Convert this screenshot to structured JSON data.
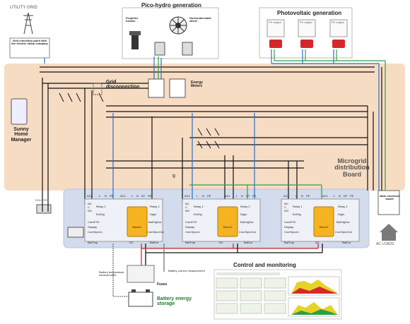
{
  "utility": {
    "title": "UTILITY GRID",
    "connection_label": "Grid conection point with the electric utility company"
  },
  "hydro": {
    "title": "Pico-hydro generation",
    "turbine_label": "Propeller turbine",
    "wheel_label": "Horizontal water wheel"
  },
  "pv": {
    "title": "Photovoltaic generation",
    "panel_label": "PV output"
  },
  "grid_disconnection": "Grid disconnection",
  "energy_meters": "Energy Meters",
  "home_manager": "Sunny Home Manager",
  "microgrid_board": "Microgrid distribution Board",
  "router": "ROUTER",
  "q_label": "Q",
  "main_board": "Main electrical board",
  "ac_loads": "AC LOADS",
  "inverters": [
    {
      "name": "Master"
    },
    {
      "name": "Slave1"
    },
    {
      "name": "Slave2"
    }
  ],
  "terminals": {
    "ac2": "AC2",
    "ac1": "AC1",
    "l": "L",
    "n": "N",
    "nt": "NT",
    "pe": "PE",
    "relay1": "Relay 1",
    "relay2": "Relay 2",
    "extvtg": "ExtVtg",
    "digin": "DigIn",
    "comethe": "ComETH",
    "display": "Display",
    "comsyncin": "ComSyncIn",
    "batvtgout": "BatVtgOut",
    "comsyncout": "ComSyncOut",
    "battmp": "BatTmp",
    "dc": "DC",
    "batcur": "BatCur",
    "nc": "NC",
    "c": "C",
    "no": "NO"
  },
  "battery": {
    "current_label": "Battery current measurement",
    "temp_label": "Battery temperature measurement",
    "fuses": "Fuses",
    "storage": "Battery energy storage"
  },
  "control": {
    "title": "Control and monitoring"
  },
  "colors": {
    "wire_black": "#111111",
    "wire_blue": "#2a6fc9",
    "wire_green": "#2e9e46",
    "wire_red": "#d42a2a",
    "band_orange": "#f7dcc4",
    "panel_blue": "#d2dcec",
    "inverter_yellow": "#f6b321",
    "pv_red": "#d7262b"
  }
}
